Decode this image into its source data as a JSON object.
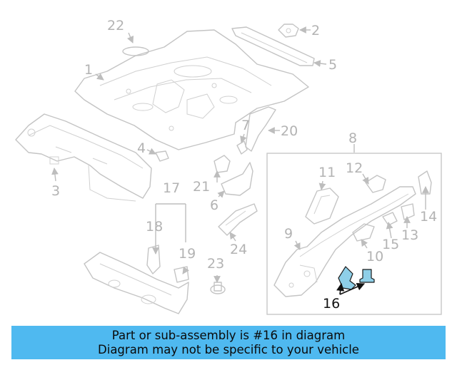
{
  "diagram": {
    "callouts": {
      "c1": "1",
      "c2": "2",
      "c3": "3",
      "c4": "4",
      "c5": "5",
      "c6": "6",
      "c7": "7",
      "c8": "8",
      "c9": "9",
      "c10": "10",
      "c11": "11",
      "c12": "12",
      "c13": "13",
      "c14": "14",
      "c15": "15",
      "c16": "16",
      "c17": "17",
      "c18": "18",
      "c19": "19",
      "c20": "20",
      "c21": "21",
      "c22": "22",
      "c23": "23",
      "c24": "24"
    },
    "highlighted_part": "16",
    "highlight_color": "#8ecfe8"
  },
  "banner": {
    "line1": "Part or sub-assembly is #16 in diagram",
    "line2": "Diagram may not be specific to your vehicle",
    "color": "#4fb9f0"
  }
}
